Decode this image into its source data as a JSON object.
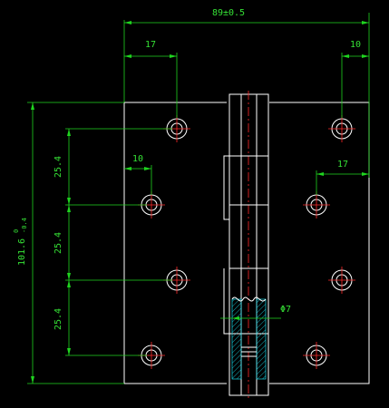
{
  "drawing": {
    "overall_width_label": "89±0.5",
    "left_edge_offset_label": "17",
    "right_edge_offset_label": "10",
    "left_mid_offset_label": "10",
    "right_mid_offset_label": "17",
    "hole_spacing_label_1": "25.4",
    "hole_spacing_label_2": "25.4",
    "hole_spacing_label_3": "25.4",
    "overall_height_label": "101.6",
    "height_tol_upper": "0",
    "height_tol_lower": "-0.4",
    "pin_diameter_label": "Φ7"
  },
  "colors": {
    "background": "#000000",
    "outline": "#ffffff",
    "dimension": "#1fd41f",
    "centerline": "#ff2a2a",
    "hatch": "#19d6e6"
  }
}
